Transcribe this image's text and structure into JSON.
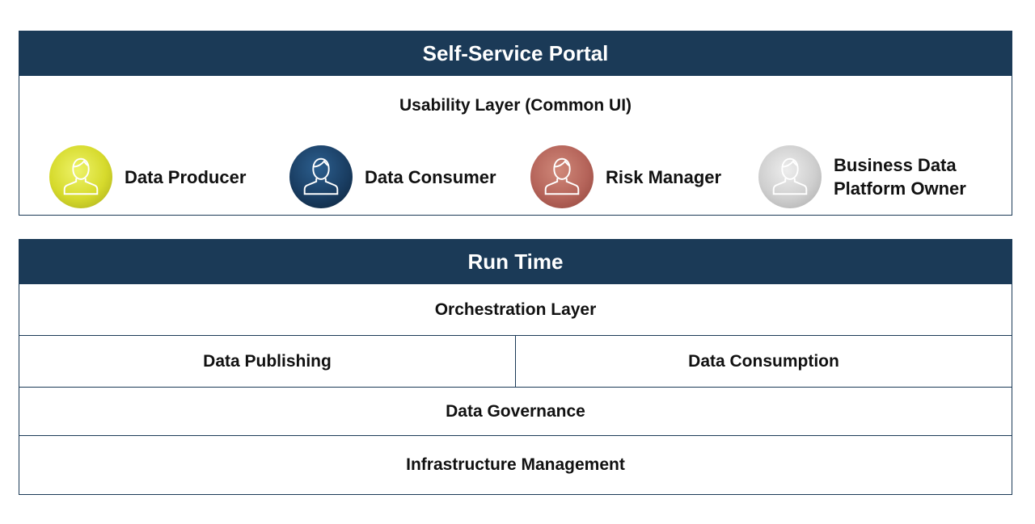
{
  "portal": {
    "title": "Self-Service Portal",
    "usability_layer": "Usability Layer (Common UI)",
    "personas": [
      {
        "label": "Data Producer",
        "icon": "user-icon",
        "color": "#d6da2c"
      },
      {
        "label": "Data Consumer",
        "icon": "user-icon",
        "color": "#1a3e63"
      },
      {
        "label": "Risk Manager",
        "icon": "user-icon",
        "color": "#b5645a"
      },
      {
        "label_line1": "Business Data",
        "label_line2": "Platform Owner",
        "icon": "user-icon",
        "color": "#cfcfcf"
      }
    ]
  },
  "runtime": {
    "title": "Run Time",
    "orchestration": "Orchestration Layer",
    "data_publishing": "Data Publishing",
    "data_consumption": "Data Consumption",
    "data_governance": "Data Governance",
    "infrastructure": "Infrastructure Management"
  },
  "colors": {
    "header_bg": "#1b3a57",
    "header_text": "#ffffff"
  }
}
